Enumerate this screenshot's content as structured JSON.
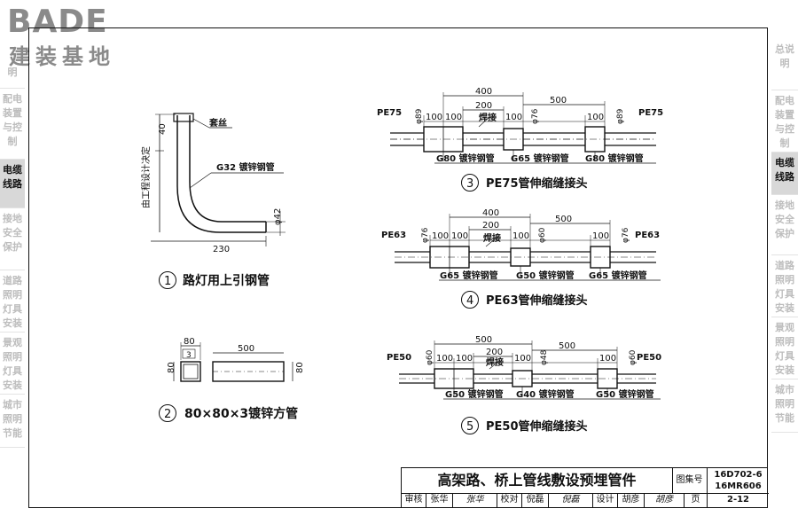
{
  "logo": {
    "main": "BADE",
    "sub": "建装基地"
  },
  "left_tabs": [
    {
      "label": "明",
      "active": false
    },
    {
      "label": "配电装置与控制",
      "active": false
    },
    {
      "label": "电缆线路",
      "active": true
    },
    {
      "label": "接地安全保护",
      "active": false
    },
    {
      "label": "道路照明灯具安装",
      "active": false
    },
    {
      "label": "景观照明灯具安装",
      "active": false
    },
    {
      "label": "城市照明节能",
      "active": false
    }
  ],
  "right_tabs": [
    {
      "label": "总说明",
      "active": false
    },
    {
      "label": "配电装置与控制",
      "active": false
    },
    {
      "label": "电缆线路",
      "active": true
    },
    {
      "label": "接地安全保护",
      "active": false
    },
    {
      "label": "道路照明灯具安装",
      "active": false
    },
    {
      "label": "景观照明灯具安装",
      "active": false
    },
    {
      "label": "城市照明节能",
      "active": false
    }
  ],
  "fig1": {
    "number": "1",
    "caption": "路灯用上引钢管",
    "dim_40": "40",
    "vertical_label": "由工程设计决定",
    "wire": "套丝",
    "pipe": "G32  镀锌钢管",
    "dia": "φ42",
    "width": "230"
  },
  "fig2": {
    "number": "2",
    "caption": "80×80×3镀锌方管",
    "w": "80",
    "t": "3",
    "h": "80",
    "len": "500",
    "h2": "80"
  },
  "fig3": {
    "number": "3",
    "caption": "PE75管伸缩缝接头",
    "left_pe": "PE75",
    "right_pe": "PE75",
    "d1": "φ89",
    "d2": "φ76",
    "d3": "φ89",
    "top400": "400",
    "top200": "200",
    "top500": "500",
    "weld": "焊接",
    "l100a": "100",
    "l100b": "100",
    "l100c": "100",
    "l100d": "100",
    "p1": "G80  镀锌钢管",
    "p2": "G65  镀锌钢管",
    "p3": "G80  镀锌钢管"
  },
  "fig4": {
    "number": "4",
    "caption": "PE63管伸缩缝接头",
    "left_pe": "PE63",
    "right_pe": "PE63",
    "d1": "φ76",
    "d2": "φ60",
    "d3": "φ76",
    "top400": "400",
    "top200": "200",
    "top500": "500",
    "weld": "焊接",
    "l100a": "100",
    "l100b": "100",
    "l100c": "100",
    "l100d": "100",
    "p1": "G65  镀锌钢管",
    "p2": "G50  镀锌钢管",
    "p3": "G65  镀锌钢管"
  },
  "fig5": {
    "number": "5",
    "caption": "PE50管伸缩缝接头",
    "left_pe": "PE50",
    "right_pe": "PE50",
    "d1": "φ60",
    "d2": "φ48",
    "d3": "φ60",
    "top500a": "500",
    "top200": "200",
    "top500b": "500",
    "weld": "焊接",
    "l100a": "100",
    "l100b": "100",
    "l100c": "100",
    "l100d": "100",
    "p1": "G50  镀锌钢管",
    "p2": "G40  镀锌钢管",
    "p3": "G50  镀锌钢管"
  },
  "title_block": {
    "title": "高架路、桥上管线敷设预埋管件",
    "atlas_label": "图集号",
    "atlas_no1": "16D702-6",
    "atlas_no2": "16MR606",
    "review_label": "审核",
    "reviewer": "张华",
    "reviewer_sig": "张华",
    "check_label": "校对",
    "checker": "倪磊",
    "checker_sig": "倪磊",
    "design_label": "设计",
    "designer": "胡彦",
    "designer_sig": "胡彦",
    "page_label": "页",
    "page": "2-12"
  }
}
